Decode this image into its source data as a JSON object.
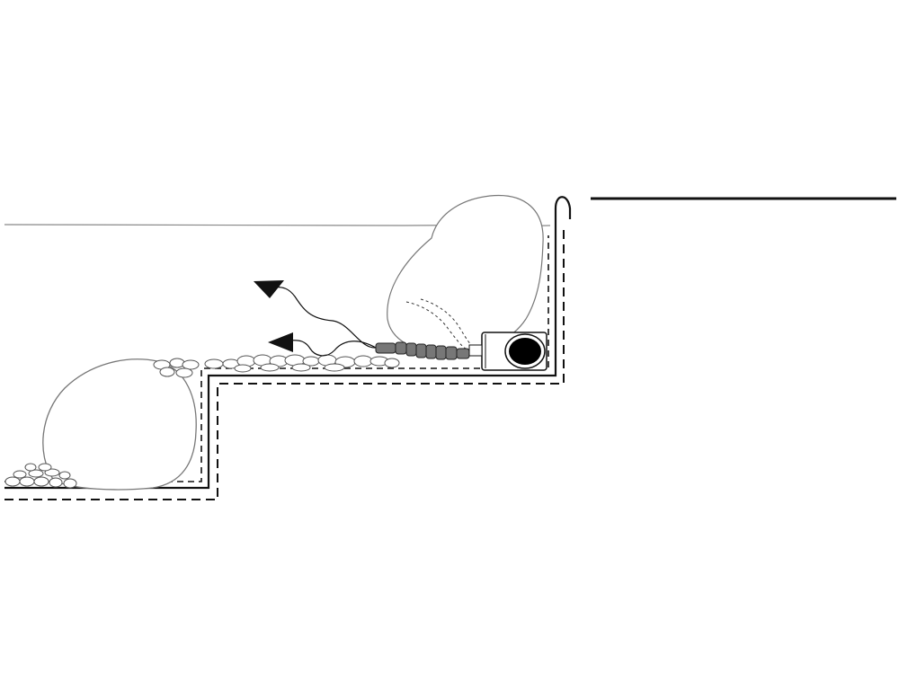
{
  "diagram": {
    "kind": "pond cross-section with submerged pump and adjustable nozzle",
    "colors": {
      "line": "#111111",
      "water_line": "#888888",
      "rock_outline": "#777777",
      "stone_outline": "#555555",
      "nozzle_fill": "#777777",
      "pump_intake": "#000000",
      "background": "#ffffff"
    },
    "icons": {
      "flow_arrows": "arrow-head-icon",
      "pump": "pump-icon",
      "nozzle": "flex-nozzle-icon"
    },
    "flow_arrow_count": 2,
    "nozzle_segment_count": 8
  }
}
